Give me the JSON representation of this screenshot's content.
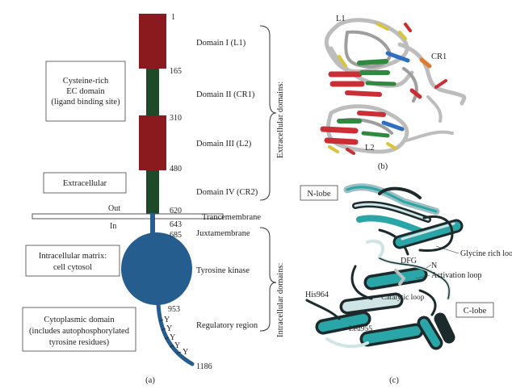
{
  "panel_a": {
    "caption": "(a)",
    "residues": {
      "r1": "1",
      "r165": "165",
      "r310": "310",
      "r480": "480",
      "r620": "620",
      "r643": "643",
      "r685": "685",
      "r953": "953",
      "r1186": "1186"
    },
    "domains": {
      "d1": "Domain I (L1)",
      "d2": "Domain II (CR1)",
      "d3": "Domain III (L2)",
      "d4": "Domain IV (CR2)",
      "tm": "Trancemembrane",
      "jm": "Juxtamembrane",
      "tk": "Tyrosine kinase",
      "reg": "Regulatory region"
    },
    "group_labels": {
      "extracellular_domains": "Extracellular domains:",
      "intracellular_domains": "Intracellular domains:"
    },
    "boxes": {
      "cysteine": [
        "Cysteine-rich",
        "EC domain",
        "(ligand binding site)"
      ],
      "extracellular": "Extracellular",
      "matrix": [
        "Intracellular matrix:",
        "cell cytosol"
      ],
      "cytoplasmic": [
        "Cytoplasmic domain",
        "(includes autophosphorylated",
        "tyrosine residues)"
      ]
    },
    "membrane": {
      "out": "Out",
      "in": "In"
    },
    "tyrosine": "Y",
    "colors": {
      "red": "#8b1a1f",
      "green": "#1f4a2a",
      "blue": "#245d8e"
    }
  },
  "panel_b": {
    "caption": "(b)",
    "labels": {
      "l1": "L1",
      "cr1": "CR1",
      "l2": "L2"
    }
  },
  "panel_c": {
    "caption": "(c)",
    "labels": {
      "nlobe": "N-lobe",
      "clobe": "C-lobe",
      "glycine": "Glycine rich loop",
      "dfg": "DFG",
      "n": "N",
      "activation": "Activation loop",
      "catalytic": "Catalytic loop",
      "his": "His964",
      "leu": "Leu955"
    },
    "colors": {
      "cyan": "#2aa6a8",
      "dark": "#1d2a2c"
    }
  }
}
